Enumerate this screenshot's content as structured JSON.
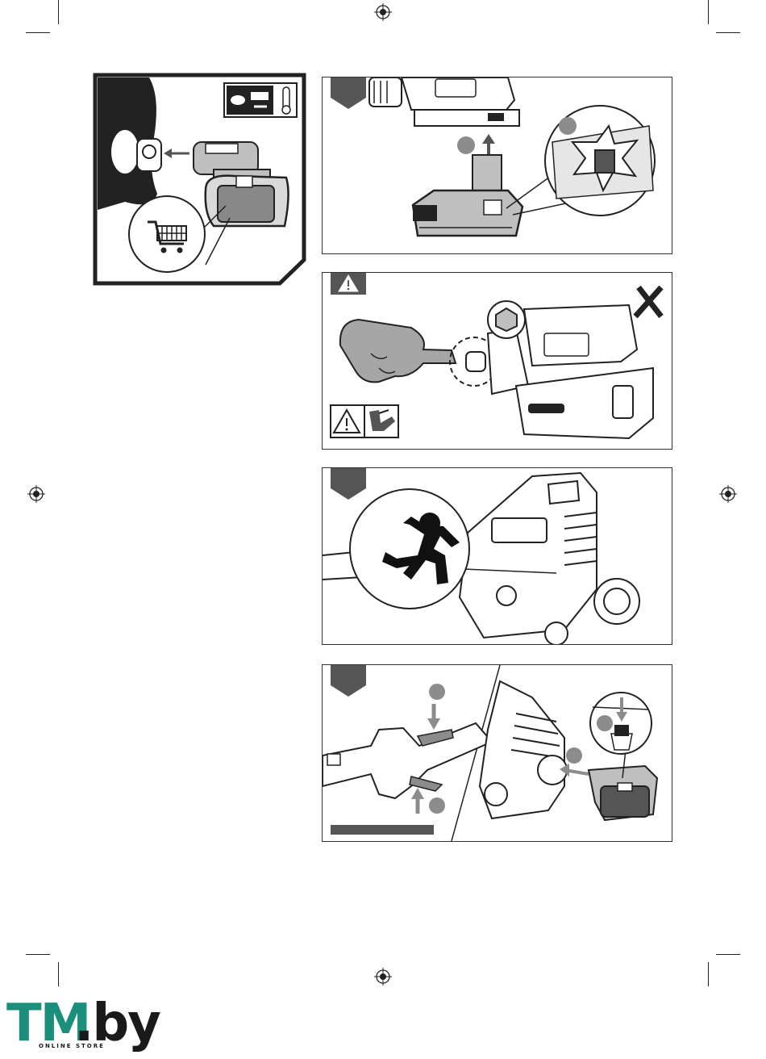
{
  "brand": {
    "logo_main": "TM",
    "logo_suffix": ".by",
    "tagline": "ONLINE STORE"
  },
  "colors": {
    "tab": "#555555",
    "frame": "#222222",
    "tool_gray": "#bfbfbf",
    "hand_gray": "#a6a6a6",
    "brand_green": "#1b8f7a"
  },
  "icons": {
    "registration_marks": "crosshair-circle",
    "warning": "warning-triangle-icon",
    "pinch_hazard": "hand-pinch-hazard-icon",
    "prohibited": "x-mark-icon",
    "recycle": "shopping-cart-icon",
    "run": "running-person-icon",
    "temperature": "thermometer-icon",
    "hex": "hexagon-icon"
  }
}
